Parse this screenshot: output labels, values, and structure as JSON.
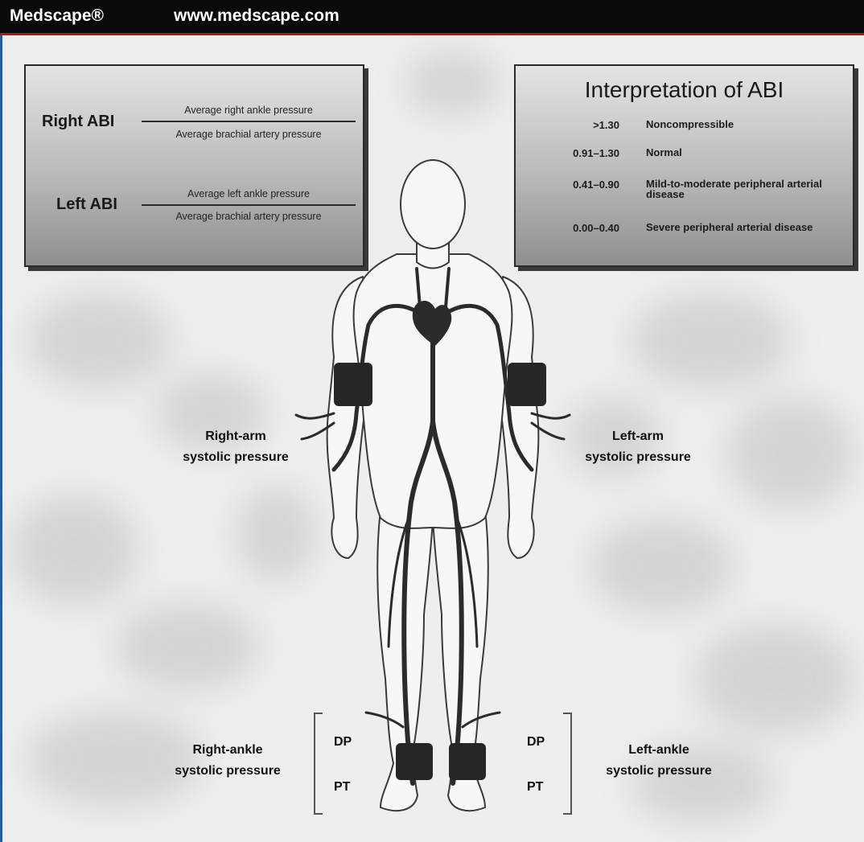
{
  "header": {
    "brand": "Medscape®",
    "url": "www.medscape.com"
  },
  "formula_box": {
    "right": {
      "label": "Right ABI",
      "numerator": "Average right ankle pressure",
      "denominator": "Average brachial artery pressure"
    },
    "left": {
      "label": "Left ABI",
      "numerator": "Average left ankle pressure",
      "denominator": "Average brachial artery pressure"
    }
  },
  "interpretation": {
    "title": "Interpretation of ABI",
    "rows": [
      {
        "range": ">1.30",
        "meaning": "Noncompressible"
      },
      {
        "range": "0.91–1.30",
        "meaning": "Normal"
      },
      {
        "range": "0.41–0.90",
        "meaning": "Mild-to-moderate peripheral arterial disease"
      },
      {
        "range": "0.00–0.40",
        "meaning": "Severe peripheral arterial disease"
      }
    ]
  },
  "labels": {
    "right_arm": [
      "Right-arm",
      "systolic pressure"
    ],
    "left_arm": [
      "Left-arm",
      "systolic pressure"
    ],
    "right_ankle": [
      "Right-ankle",
      "systolic pressure"
    ],
    "left_ankle": [
      "Left-ankle",
      "systolic pressure"
    ],
    "right_dp": "DP",
    "right_pt": "PT",
    "left_dp": "DP",
    "left_pt": "PT"
  },
  "colors": {
    "header_bg": "#0a0a0a",
    "header_rule": "#b01818",
    "frame": "#1f5fa6",
    "vessel": "#2b2b2b",
    "cuff": "#262626"
  }
}
